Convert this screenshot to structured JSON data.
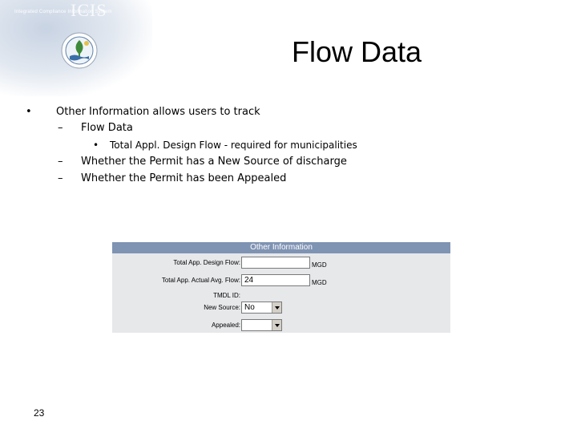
{
  "header": {
    "brand_line": "Integrated Compliance Information System",
    "brand_ghost": "ICIS",
    "logo_icon": "epa-seal-icon"
  },
  "slide": {
    "title": "Flow Data",
    "bullets": [
      {
        "level": 1,
        "marker": "•",
        "text": "Other Information allows users to track"
      },
      {
        "level": 2,
        "marker": "–",
        "text": "Flow Data"
      },
      {
        "level": 3,
        "marker": "•",
        "text": "Total Appl. Design Flow - required for municipalities"
      },
      {
        "level": 2,
        "marker": "–",
        "text": "Whether the Permit has a New Source of discharge"
      },
      {
        "level": 2,
        "marker": "–",
        "text": "Whether the Permit has been Appealed"
      }
    ],
    "page_number": "23"
  },
  "form": {
    "header": "Other Information",
    "design_flow": {
      "label": "Total App. Design Flow:",
      "value": "",
      "unit": "MGD"
    },
    "actual_flow": {
      "label": "Total App. Actual Avg. Flow:",
      "value": "24",
      "unit": "MGD"
    },
    "tmdl": {
      "label": "TMDL ID:"
    },
    "new_source": {
      "label": "New Source:",
      "value": "No"
    },
    "appealed": {
      "label": "Appealed:",
      "value": ""
    }
  }
}
